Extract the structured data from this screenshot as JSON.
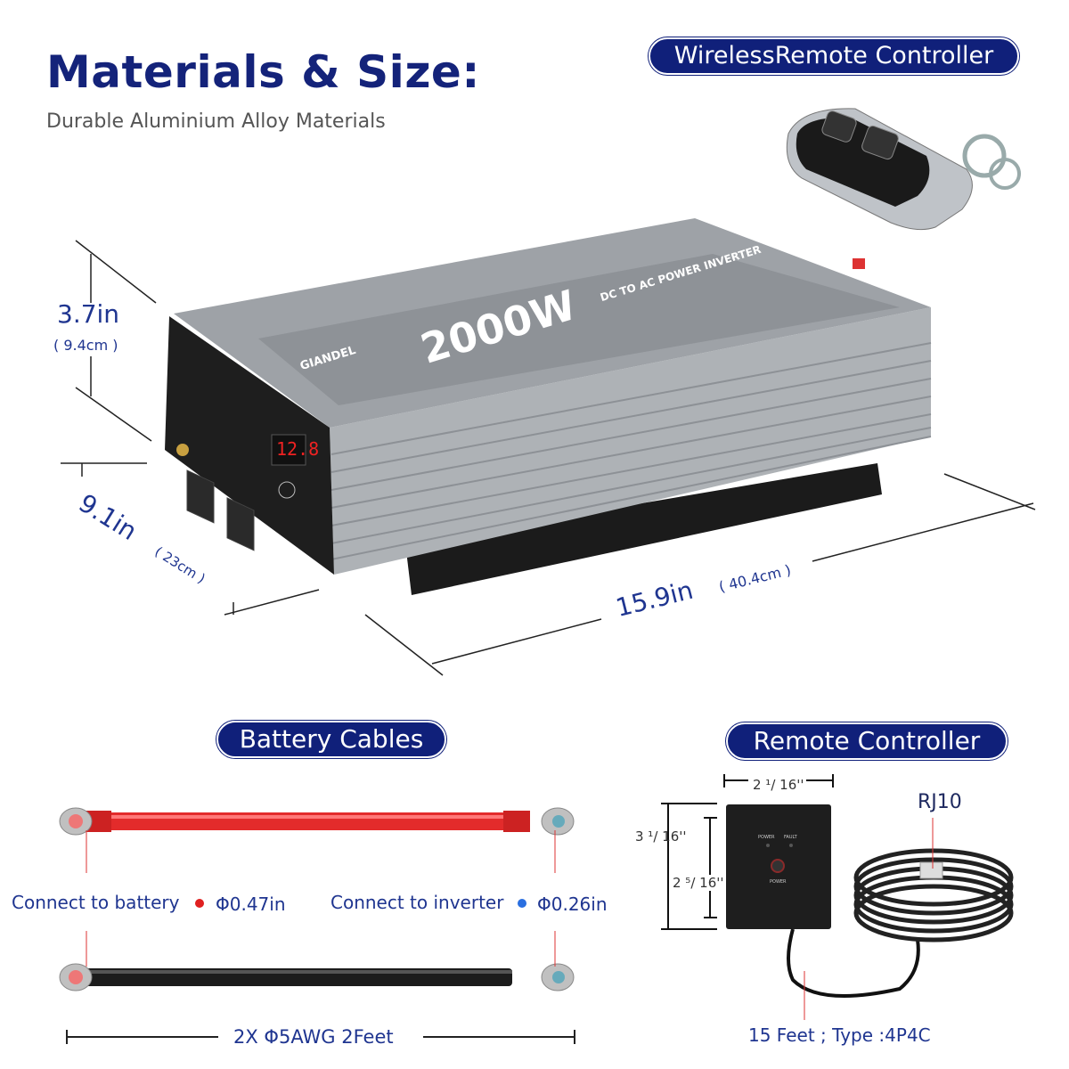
{
  "header": {
    "title": "Materials & Size:",
    "subtitle": "Durable Aluminium Alloy Materials"
  },
  "badges": {
    "wireless_remote": "WirelessRemote Controller",
    "battery_cables": "Battery Cables",
    "remote_controller": "Remote Controller"
  },
  "inverter": {
    "brand": "GIANDEL",
    "power": "2000W",
    "product_type": "DC TO AC POWER INVERTER",
    "display_reading": "12.8",
    "color_body": "#a9acb0",
    "color_base": "#1b1b1b"
  },
  "dimensions": {
    "height_in": "3.7in",
    "height_cm": "( 9.4cm )",
    "width_in": "9.1in",
    "width_cm": "( 23cm )",
    "length_in": "15.9in",
    "length_cm": "( 40.4cm )"
  },
  "cables": {
    "connect_battery": "Connect to battery",
    "battery_diameter": "Φ0.47in",
    "connect_inverter": "Connect to inverter",
    "inverter_diameter": "Φ0.26in",
    "spec": "2X Φ5AWG 2Feet",
    "red_color": "#e32b2b",
    "black_color": "#1c1c1c",
    "battery_dot_color": "#e02020",
    "inverter_dot_color": "#2a6fe0"
  },
  "remote_panel": {
    "width": "2 ¹/ 16''",
    "outer_height": "3 ¹/ 16''",
    "inner_height": "2 ⁵/ 16''",
    "led_power": "POWER",
    "led_fault": "FAULT",
    "button_label": "POWER",
    "connector": "RJ10",
    "cable_spec": "15 Feet ; Type :4P4C"
  }
}
